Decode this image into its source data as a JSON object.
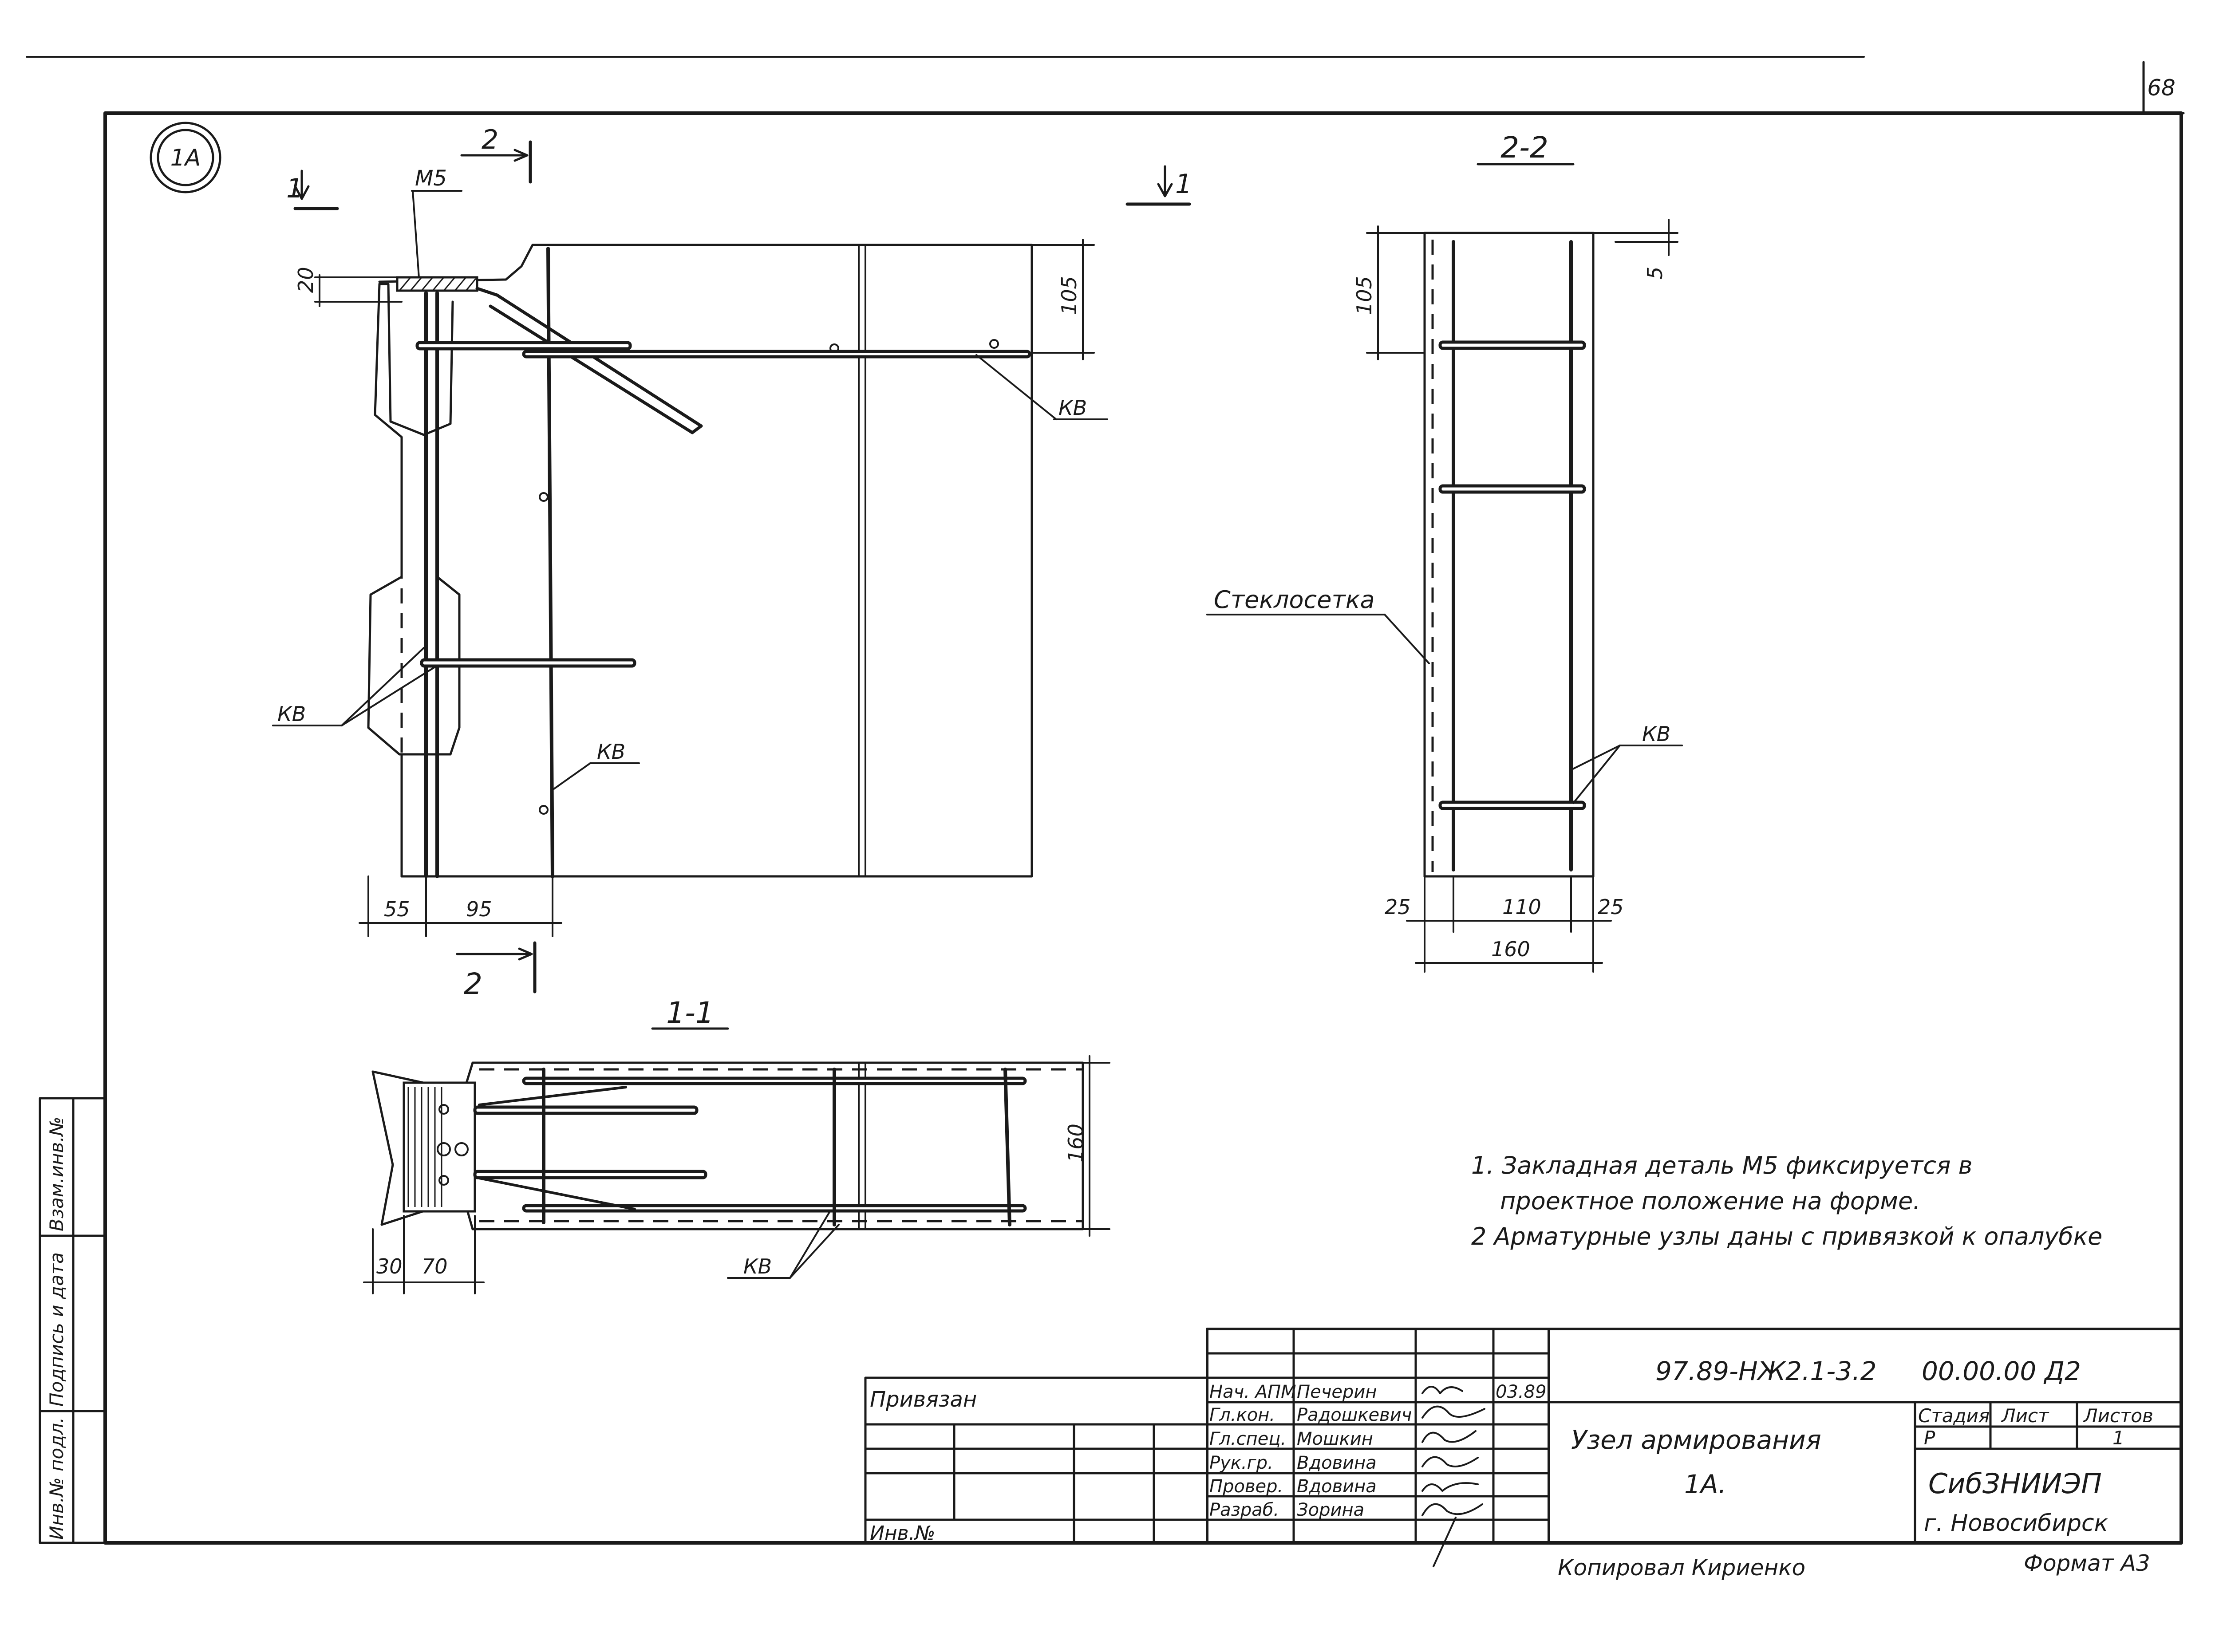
{
  "sheet_number": "68",
  "node_mark": "1A",
  "embedded_part": "М5",
  "section_marks": {
    "s1": "1",
    "s2": "2"
  },
  "views": {
    "elevation": {
      "dims": [
        "20",
        "105",
        "55",
        "95"
      ],
      "labels": [
        "КВ",
        "КВ",
        "КВ"
      ]
    },
    "section_2_2": {
      "title": "2-2",
      "dims": [
        "105",
        "5",
        "25",
        "110",
        "25",
        "160"
      ],
      "labels": [
        "Стеклосетка",
        "КВ"
      ]
    },
    "section_1_1": {
      "title": "1-1",
      "dims": [
        "160",
        "30",
        "70"
      ],
      "labels": [
        "КВ"
      ]
    }
  },
  "notes": [
    "1. Закладная деталь М5 фиксируется в",
    "проектное положение на форме.",
    "2 Арматурные узлы даны с привязкой к опалубке"
  ],
  "left_strip": [
    "Инв.№ подл.",
    "Подпись и дата",
    "Взам.инв.№"
  ],
  "title_block": {
    "doc_code": "97.89-НЖ2.1-3.2",
    "doc_code2": "00.00.00 Д2",
    "privyazan": "Привязан",
    "inv_no": "Инв.№",
    "roles": [
      "Нач. АПМ",
      "Гл.кон.",
      "Гл.спец.",
      "Рук.гр.",
      "Провер.",
      "Разраб."
    ],
    "names": [
      "Печерин",
      "Радошкевич",
      "Мошкин",
      "Вдовина",
      "Вдовина",
      "Зорина"
    ],
    "date": "03.89",
    "title_line1": "Узел армирования",
    "title_line2": "1А.",
    "stage_header": [
      "Стадия",
      "Лист",
      "Листов"
    ],
    "stage_values": [
      "Р",
      "",
      "1"
    ],
    "org": "СибЗНИИЭП",
    "city": "г. Новосибирск"
  },
  "footer": {
    "copied": "Копировал Кириенко",
    "format": "Формат А3"
  }
}
